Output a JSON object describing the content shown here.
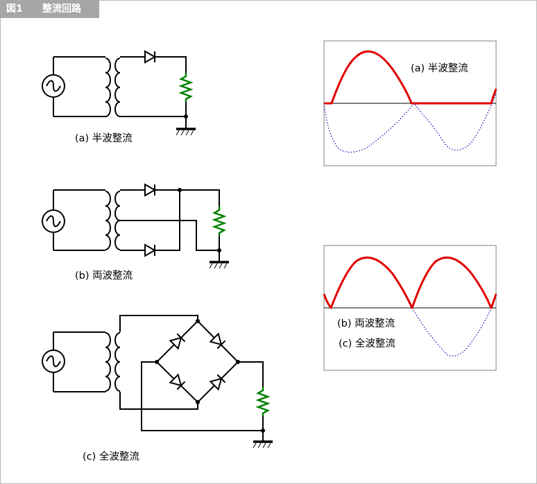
{
  "figure": {
    "number": "図1",
    "title": "整流回路"
  },
  "circuits": {
    "half": {
      "label": "(a) 半波整流"
    },
    "two_wave": {
      "label": "(b) 両波整流"
    },
    "full": {
      "label": "(c) 全波整流"
    }
  },
  "waveforms": {
    "top": {
      "label": "(a) 半波整流"
    },
    "bottom": {
      "labels": [
        "(b) 両波整流",
        "(c) 全波整流"
      ]
    }
  },
  "colors": {
    "wire": "#000000",
    "resistor": "#008000",
    "output_wave": "#e00000",
    "input_wave": "#00008b",
    "header_tag": "#a6a6a6"
  }
}
